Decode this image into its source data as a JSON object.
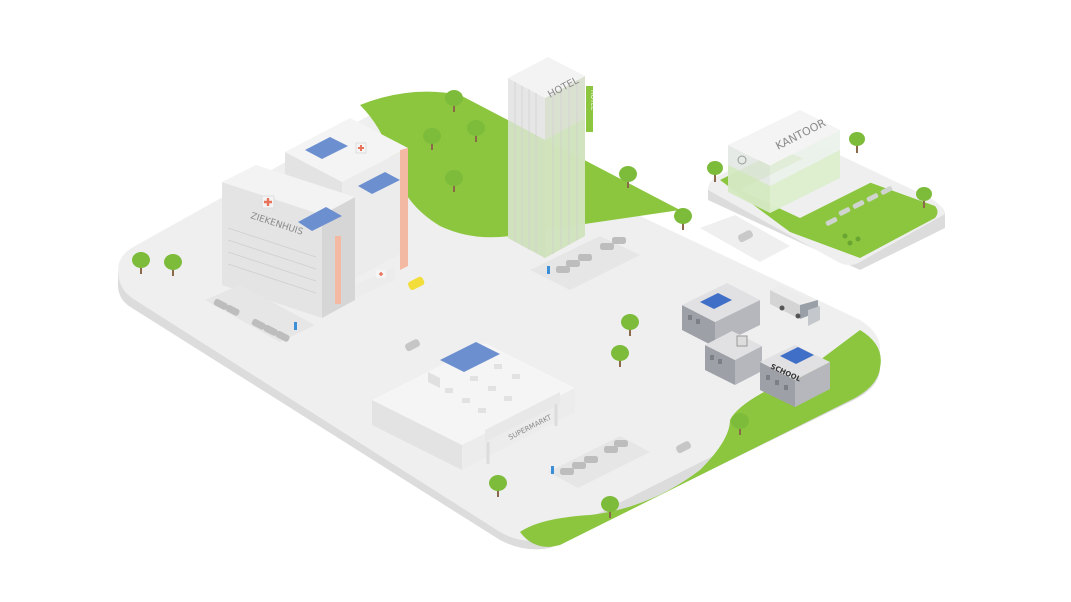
{
  "labels": {
    "hospital": "ZIEKENHUIS",
    "hotel": "HOTEL",
    "hotel_sign": "HOTEL",
    "office": "KANTOOR",
    "supermarket": "SUPERMARKT",
    "school": "SCHOOL"
  },
  "colors": {
    "ground": "#efefef",
    "ground_edge": "#dcdcdc",
    "grass": "#8cc63f",
    "tree": "#7dbb3a",
    "trunk": "#8a6a4a",
    "building_light": "#f1f1f1",
    "building_mid": "#e4e4e4",
    "building_dark": "#d2d2d2",
    "solar": "#6c8fcf",
    "hospital_cross": "#e8735a",
    "accent_orange": "#f3b9a2",
    "school_roof": "#8d8d96",
    "taxi": "#f2dd3b",
    "charger": "#3a8fd8"
  }
}
